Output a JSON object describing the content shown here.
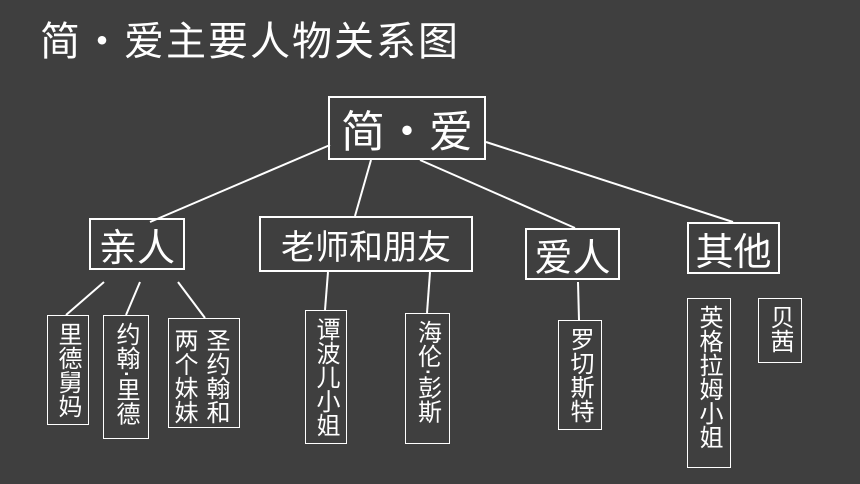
{
  "title": "简・爱主要人物关系图",
  "root": "简・爱",
  "categories": [
    {
      "label": "亲人",
      "leaves": [
        "里德舅妈",
        "约翰·里德",
        "两个妹妹",
        "圣约翰和"
      ]
    },
    {
      "label": "老师和朋友",
      "leaves": [
        "谭波儿小姐",
        "海伦·彭斯"
      ]
    },
    {
      "label": "爱人",
      "leaves": [
        "罗切斯特"
      ]
    },
    {
      "label": "其他",
      "leaves": [
        "英格拉姆小姐",
        "贝茜"
      ]
    }
  ]
}
